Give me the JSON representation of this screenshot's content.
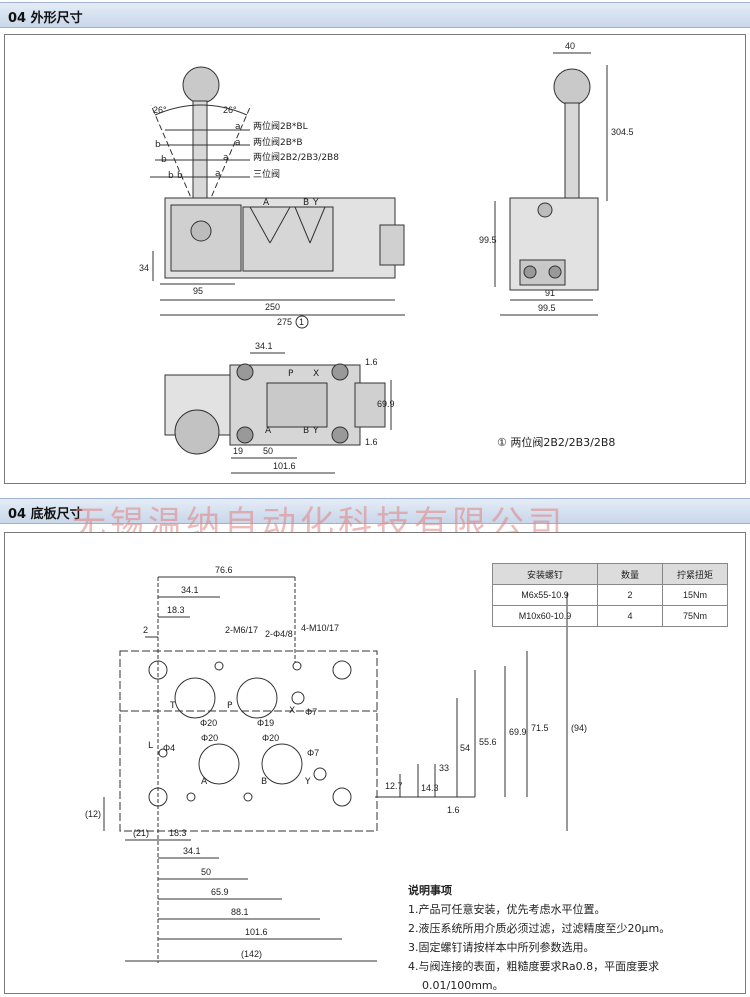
{
  "sections": {
    "outline_title": "04 外形尺寸",
    "base_title": "04 底板尺寸"
  },
  "watermark": "无锡温纳自动化科技有限公司",
  "outline": {
    "angle_left": "26°",
    "angle_right": "26°",
    "lever_letters": [
      "a",
      "b",
      "a",
      "b",
      "a",
      "b",
      "a",
      "b"
    ],
    "valve_types": [
      "两位阀2B*BL",
      "两位阀2B*B",
      "两位阀2B2/2B3/2B8",
      "三位阀"
    ],
    "port_labels_front": [
      "A",
      "B",
      "Y"
    ],
    "port_labels_top": [
      "P",
      "X",
      "A",
      "B",
      "Y"
    ],
    "dims_front": [
      "34",
      "95",
      "250",
      "275"
    ],
    "circle_1": "1",
    "dims_side": [
      "40",
      "304.5",
      "99.5",
      "91",
      "99.5"
    ],
    "dims_top": [
      "34.1",
      "1.6",
      "69.9",
      "1.6",
      "19",
      "50",
      "101.6"
    ],
    "note_label": "两位阀2B2/2B3/2B8"
  },
  "base": {
    "dims_top": [
      "76.6",
      "34.1",
      "18.3",
      "2",
      "2-M6/17",
      "2-Φ4/8",
      "4-M10/17"
    ],
    "port_labels": [
      "T",
      "P",
      "X",
      "L",
      "A",
      "B",
      "Y"
    ],
    "hole_dims": [
      "Φ20",
      "Φ19",
      "Φ7",
      "Φ4",
      "Φ20",
      "Φ20",
      "Φ7"
    ],
    "dims_vertical": [
      "54",
      "55.6",
      "69.9",
      "71.5",
      "(94)",
      "33",
      "12.7",
      "14.3",
      "1.6",
      "(12)"
    ],
    "dims_bottom": [
      "(21)",
      "18.3",
      "34.1",
      "50",
      "65.9",
      "88.1",
      "101.6",
      "(142)"
    ]
  },
  "bolt_table": {
    "headers": [
      "安装螺钉",
      "数量",
      "拧紧扭矩"
    ],
    "rows": [
      [
        "M6x55-10.9",
        "2",
        "15Nm"
      ],
      [
        "M10x60-10.9",
        "4",
        "75Nm"
      ]
    ]
  },
  "notes": {
    "title": "说明事项",
    "items": [
      "1.产品可任意安装，优先考虑水平位置。",
      "2.液压系统所用介质必须过滤，过滤精度至少20μm。",
      "3.固定螺钉请按样本中所列参数选用。",
      "4.与阀连接的表面，粗糙度要求Ra0.8，平面度要求",
      "0.01/100mm。"
    ]
  }
}
